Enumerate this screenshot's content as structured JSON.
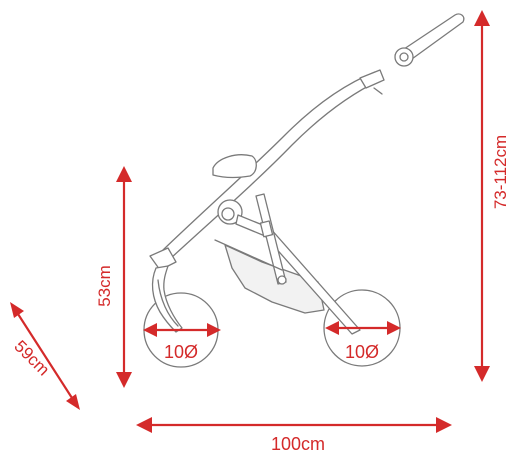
{
  "dimensions": {
    "depth_label": "59cm",
    "seat_height_label": "53cm",
    "handle_height_label": "73-112cm",
    "length_label": "100cm",
    "front_wheel_label": "10Ø",
    "rear_wheel_label": "10Ø"
  },
  "colors": {
    "accent": "#d42a2a",
    "outline": "#7a7a7a"
  }
}
